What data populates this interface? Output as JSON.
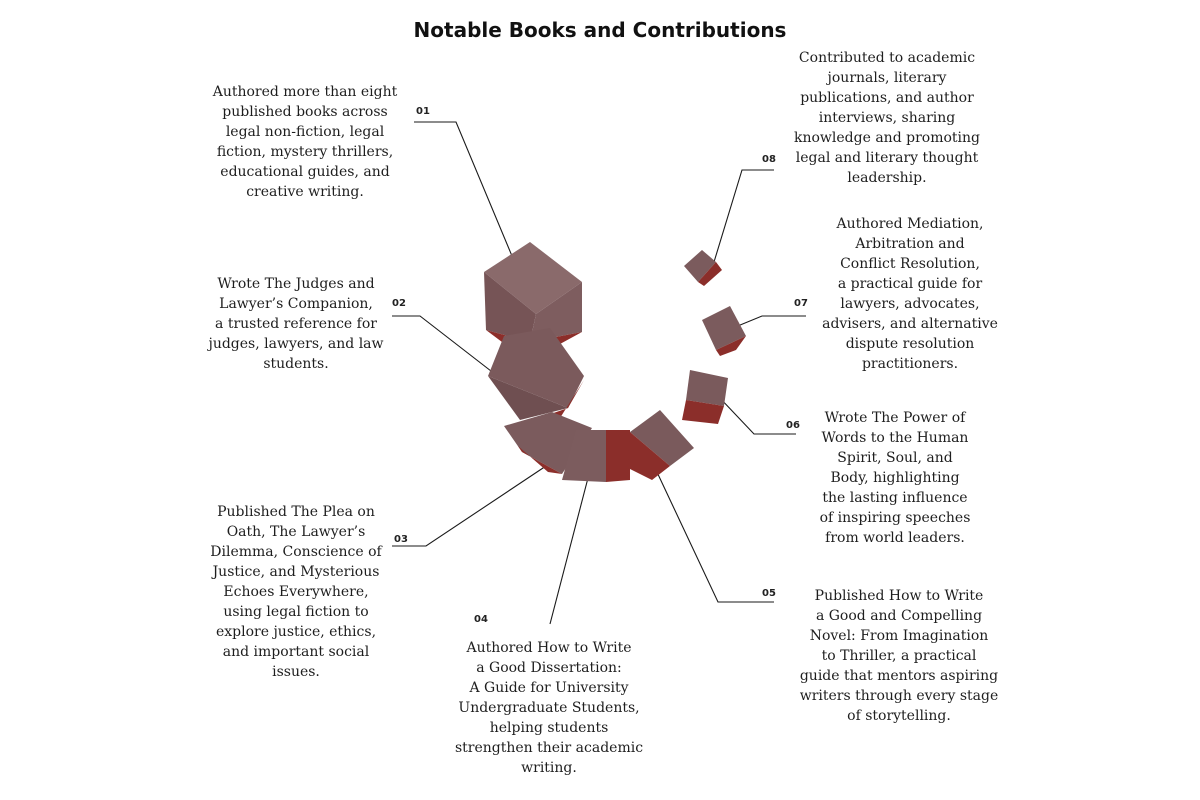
{
  "title": "Notable Books and Contributions",
  "colors": {
    "cube_front": "#7a5658",
    "cube_top": "#8b6a6b",
    "cube_side": "#8b2f2b"
  },
  "items": [
    {
      "number": "01",
      "text": "Authored more than eight\npublished books across\nlegal non-fiction, legal\nfiction, mystery thrillers,\neducational guides, and\ncreative writing."
    },
    {
      "number": "02",
      "text": "Wrote The Judges and\nLawyer’s Companion,\na trusted reference for\njudges, lawyers, and law\nstudents."
    },
    {
      "number": "03",
      "text": "Published The Plea on\nOath, The Lawyer’s\nDilemma, Conscience of\nJustice, and Mysterious\nEchoes Everywhere,\nusing legal fiction to\nexplore justice, ethics,\nand important social\nissues."
    },
    {
      "number": "04",
      "text": "Authored How to Write\na Good Dissertation:\nA Guide for University\nUndergraduate Students,\nhelping students\nstrengthen their academic\nwriting."
    },
    {
      "number": "05",
      "text": "Published How to Write\na Good and Compelling\nNovel: From Imagination\nto Thriller, a practical\nguide that mentors aspiring\nwriters through every stage\nof storytelling."
    },
    {
      "number": "06",
      "text": "Wrote The Power of\nWords to the Human\nSpirit, Soul, and\nBody, highlighting\nthe lasting influence\nof inspiring speeches\nfrom world leaders."
    },
    {
      "number": "07",
      "text": "Authored Mediation,\nArbitration and\nConflict Resolution,\na practical guide for\nlawyers, advocates,\nadvisers, and alternative\ndispute resolution\npractitioners."
    },
    {
      "number": "08",
      "text": "Contributed to academic\njournals, literary\npublications, and author\ninterviews, sharing\nknowledge and promoting\nlegal and literary thought\nleadership."
    }
  ]
}
